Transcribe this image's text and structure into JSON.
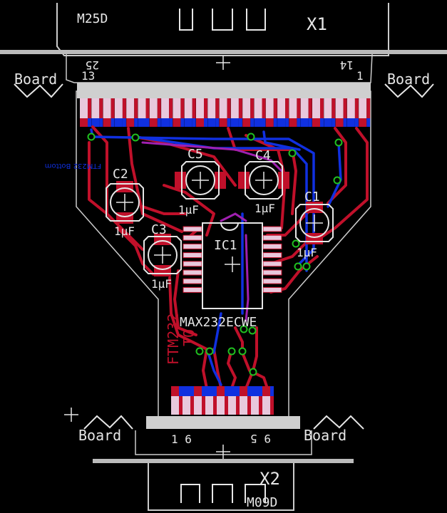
{
  "labels": {
    "x1_part": "M25D",
    "x1_name": "X1",
    "x1_pin_25": "25",
    "x1_pin_13": "13",
    "x1_pin_14": "14",
    "x1_pin_1": "1",
    "board_left": "Board",
    "board_right": "Board",
    "board_bottom_left": "Board",
    "board_bottom_right": "Board",
    "x2_name": "X2",
    "x2_part": "M09D",
    "x2_pins_left": "1 6",
    "x2_pins_right": "9 5",
    "ic1_name": "IC1",
    "ic1_value": "MAX232ECWE",
    "c1_name": "C1",
    "c1_value": "1µF",
    "c2_name": "C2",
    "c2_value": "1µF",
    "c3_name": "C3",
    "c3_value": "1µF",
    "c4_name": "C4",
    "c4_value": "1µF",
    "c5_name": "C5",
    "c5_value": "1µF",
    "vertical_text_1": "FTM232",
    "vertical_text_2": "TO",
    "bottom_silk": "FTM232 Bottom"
  },
  "colors": {
    "background": "#000000",
    "silkscreen": "#e6e6e6",
    "top_copper": "#c0102a",
    "bottom_copper": "#1030e0",
    "via_ring": "#20c020",
    "pad": "#d8d8e8",
    "board_outline": "#cccccc"
  }
}
